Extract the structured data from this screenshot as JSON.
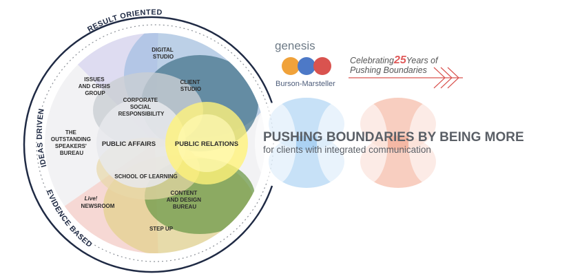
{
  "ring": {
    "top_label": "RESULT ORIENTED",
    "left_label": "IDEAS DRIVEN",
    "bottom_label": "EVIDENCE BASED"
  },
  "segments": {
    "digital_studio": [
      "DIGITAL",
      "STUDIO"
    ],
    "client_studio": [
      "CLIENT",
      "STUDIO"
    ],
    "issues_crisis": [
      "ISSUES",
      "AND CRISIS",
      "GROUP"
    ],
    "csr": [
      "CORPORATE",
      "SOCIAL",
      "RESPONSIBILITY"
    ],
    "speakers": [
      "THE",
      "OUTSTANDING",
      "SPEAKERS'",
      "BUREAU"
    ],
    "public_affairs": "PUBLIC AFFAIRS",
    "public_relations": "PUBLIC RELATIONS",
    "school_of_learning": "SCHOOL OF LEARNING",
    "newsroom_live": "Live!",
    "newsroom": "NEWSROOM",
    "content_design": [
      "CONTENT",
      "AND DESIGN",
      "BUREAU"
    ],
    "step_up": "STEP UP"
  },
  "brand": {
    "genesis": "genesis",
    "burson": "Burson-Marsteller",
    "celebrating_pre": "Celebrating",
    "celebrating_num": "25",
    "celebrating_post": "Years of",
    "celebrating_line2": "Pushing Boundaries"
  },
  "headline": {
    "title": "PUSHING BOUNDARIES BY BEING MORE",
    "subtitle": "for clients with integrated communication"
  },
  "colors": {
    "navy": "#1f2a44",
    "blue": "#8fb4dc",
    "teal": "#3f6f86",
    "lavender": "#dcdaf0",
    "grey": "#c9ced3",
    "yellow": "#fff27a",
    "pink": "#f6d5d0",
    "olive": "#e2d28a",
    "green": "#6e9a4a",
    "coral": "#f2a58c",
    "red": "#d9534f"
  }
}
